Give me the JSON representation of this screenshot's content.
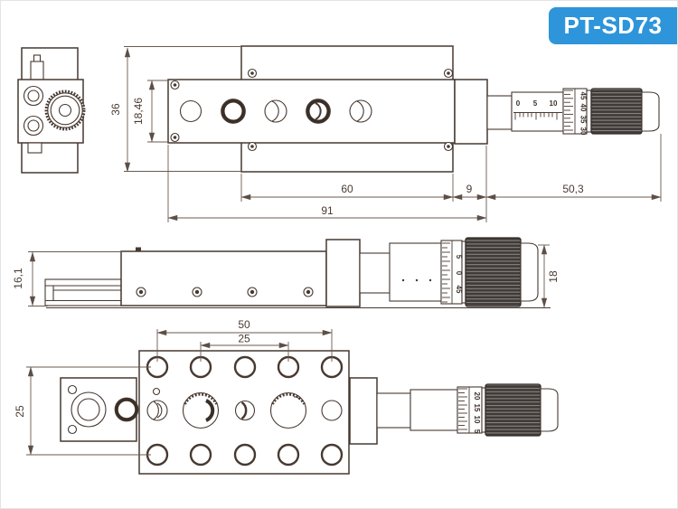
{
  "badge": {
    "label": "PT-SD73",
    "background": "#2e95da",
    "text_color": "#ffffff"
  },
  "colors": {
    "outline": "#473931",
    "dimension": "#6b5a50",
    "knurl_fill": "#3e3a37",
    "knurl_ridge": "#8d8781"
  },
  "views": {
    "top": {
      "dimensions": {
        "base_height": "36",
        "platform_width": "18,46",
        "body_length": "60",
        "mount_offset": "9",
        "micrometer_length": "50,3",
        "stage_length": "91"
      },
      "micrometer": {
        "sleeve_scale": [
          "0",
          "5",
          "10"
        ],
        "thimble_scale": [
          "45",
          "40",
          "35",
          "30"
        ]
      }
    },
    "side": {
      "dimensions": {
        "stage_height": "16,1",
        "knob_diameter": "18"
      },
      "micrometer": {
        "thimble_scale": [
          "5",
          "0",
          "45"
        ]
      }
    },
    "bottom": {
      "dimensions": {
        "hole_span_outer": "50",
        "hole_span_inner": "25",
        "hole_row_spacing": "25"
      },
      "micrometer": {
        "thimble_scale": [
          "20",
          "15",
          "10",
          "5"
        ]
      }
    }
  }
}
